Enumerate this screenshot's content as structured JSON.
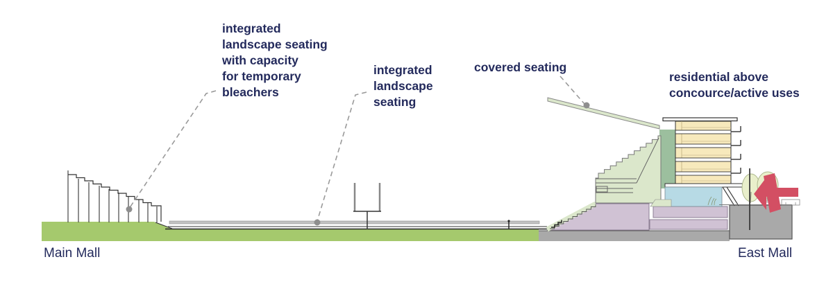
{
  "annotations": {
    "bleachers_label": "integrated\nlandscape seating\nwith capacity\nfor temporary\nbleachers",
    "landscape_label": "integrated\nlandscape\nseating",
    "covered_label": "covered seating",
    "residential_label": "residential above\nconcource/active uses"
  },
  "footer_labels": {
    "left": "Main Mall",
    "right": "East Mall"
  },
  "palette": {
    "field_green": "#a5c96d",
    "stand_green": "#dbe7cb",
    "concourse_green": "#9cbf9e",
    "building_cream": "#f7e9bc",
    "glass_blue": "#b7dae5",
    "terrace_mauve": "#d0c2d4",
    "ground_gray": "#a9a9a9",
    "arrow_red": "#d34f63",
    "tree_green": "#e9efcb",
    "label_navy": "#232a5c",
    "leader_gray": "#9a9a9a",
    "dot_gray": "#8e8e8e"
  }
}
